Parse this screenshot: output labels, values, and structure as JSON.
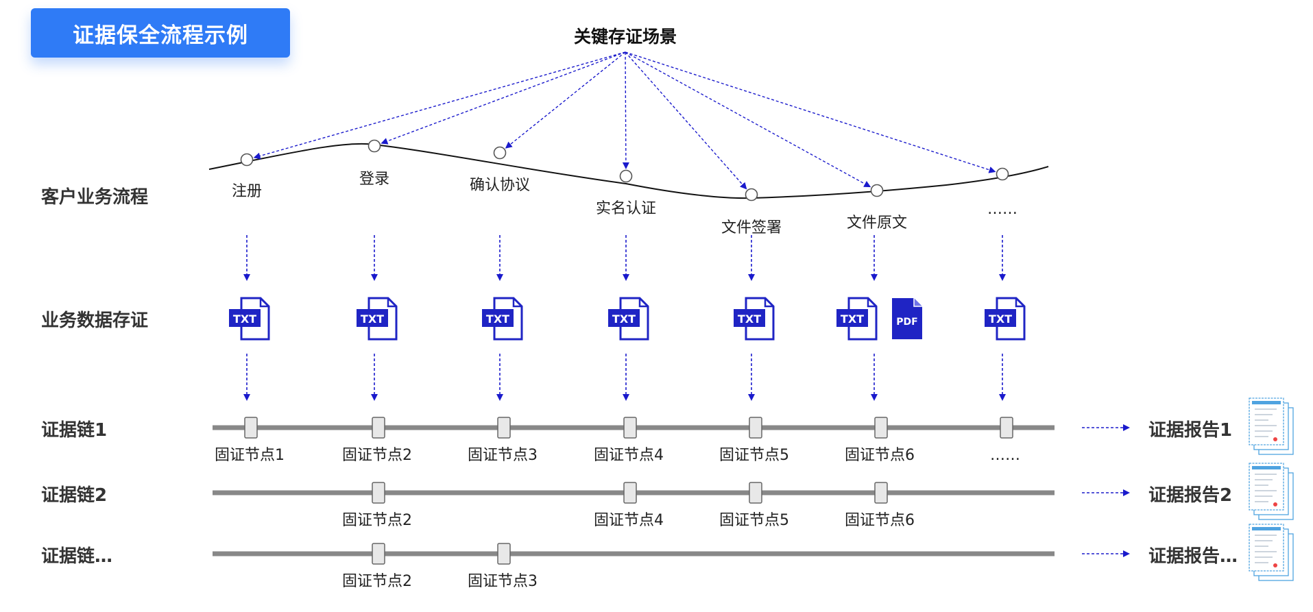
{
  "header": {
    "title": "证据保全流程示例"
  },
  "diagram": {
    "scene_title": "关键存证场景",
    "rows": {
      "business": "客户业务流程",
      "data": "业务数据存证"
    },
    "process_steps": [
      "注册",
      "登录",
      "确认协议",
      "实名认证",
      "文件签署",
      "文件原文",
      "……"
    ],
    "file_icons": [
      [
        "TXT"
      ],
      [
        "TXT"
      ],
      [
        "TXT"
      ],
      [
        "TXT"
      ],
      [
        "TXT"
      ],
      [
        "TXT",
        "PDF"
      ],
      [
        "TXT"
      ]
    ],
    "chains": [
      {
        "label": "证据链1",
        "report": "证据报告1",
        "nodes": [
          "固证节点1",
          "固证节点2",
          "固证节点3",
          "固证节点4",
          "固证节点5",
          "固证节点6",
          "……"
        ]
      },
      {
        "label": "证据链2",
        "report": "证据报告2",
        "nodes": [
          "",
          "固证节点2",
          "",
          "固证节点4",
          "固证节点5",
          "固证节点6",
          ""
        ]
      },
      {
        "label": "证据链…",
        "report": "证据报告…",
        "nodes": [
          "",
          "固证节点2",
          "固证节点3",
          "",
          "",
          "",
          ""
        ]
      }
    ],
    "colors": {
      "arrow": "#1a1acc",
      "title_bg": "#2f7bf6",
      "chain": "#888888",
      "icon": "#1f24c4"
    }
  }
}
